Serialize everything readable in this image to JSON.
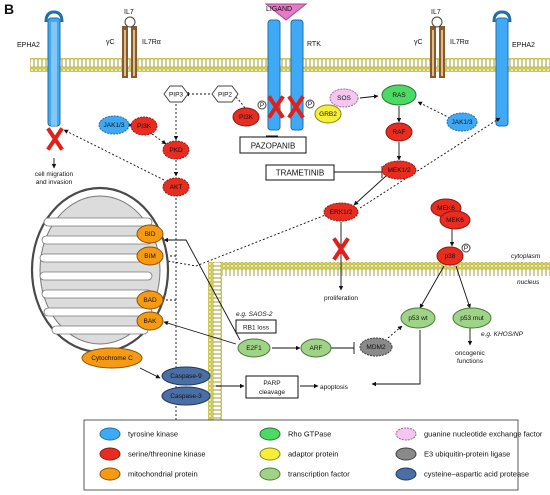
{
  "panel_letter": "B",
  "receptors": {
    "epha2_left": "EPHA2",
    "gamma_c_left": "γC",
    "il7_left": "IL7",
    "il7ra_left": "IL7Rα",
    "ligand": "LIGAND",
    "rtk": "RTK",
    "il7_right": "IL7",
    "gamma_c_right": "γC",
    "il7ra_right": "IL7Rα",
    "epha2_right": "EPHA2"
  },
  "nodes": {
    "pip3": "PIP3",
    "pip2": "PIP2",
    "p_label": "P",
    "jak13_left": "JAK1/3",
    "jak13_right": "JAK1/3",
    "pi3k_left": "PI3K",
    "pi3k_right": "PI3K",
    "pkd": "PKD",
    "akt": "AKT",
    "sos": "SOS",
    "grb2": "GRB2",
    "ras": "RAS",
    "raf": "RAF",
    "mek12": "MEK1/2",
    "erk12": "ERK1/2",
    "mek6_top": "MEK6",
    "mek6_bottom": "MEK6",
    "p38": "p38",
    "bid": "BID",
    "bim": "BIM",
    "bad": "BAD",
    "bak": "BAK",
    "cytochrome_c": "Cytochrome C",
    "caspase9": "Caspase-9",
    "caspase3": "Caspase-3",
    "e2f1": "E2F1",
    "arf": "ARF",
    "mdm2": "MDM2",
    "p53wt": "p53 wt",
    "p53mut": "p53 mut"
  },
  "drugs": {
    "pazopanib": "PAZOPANIB",
    "trametinib": "TRAMETINIB"
  },
  "boxes": {
    "rb1_loss": "RB1 loss",
    "parp_line1": "PARP",
    "parp_line2": "cleavage"
  },
  "text": {
    "cell_migration_1": "cell migration",
    "cell_migration_2": "and invasion",
    "proliferation": "proliferation",
    "cytoplasm": "cytoplasm",
    "nucleus": "nucleus",
    "eg_saos2": "e.g. SAOS-2",
    "eg_khos": "e.g. KHOS/NP",
    "apoptosis": "apoptosis",
    "oncogenic_1": "oncogenic",
    "oncogenic_2": "functions"
  },
  "legend": [
    {
      "label": "tyrosine kinase",
      "color": "#3fa9f5",
      "border": "#1f6fa8",
      "dashed": false
    },
    {
      "label": "Rho GTPase",
      "color": "#4cd964",
      "border": "#1f7a2e",
      "dashed": false
    },
    {
      "label": "guanine nucleotide exchange factor",
      "color": "#f5c6f0",
      "border": "#9b6a96",
      "dashed": true
    },
    {
      "label": "serine/threonine kinase",
      "color": "#e82c20",
      "border": "#8a1a12",
      "dashed": false
    },
    {
      "label": "adaptor protein",
      "color": "#f5ef3a",
      "border": "#8a8412",
      "dashed": false
    },
    {
      "label": "E3 ubiquitin-protein ligase",
      "color": "#8a8a8a",
      "border": "#3f3f3f",
      "dashed": false
    },
    {
      "label": "mitochondrial protein",
      "color": "#f59a12",
      "border": "#8a5208",
      "dashed": false
    },
    {
      "label": "transcription factor",
      "color": "#9fd488",
      "border": "#4b7a3a",
      "dashed": false
    },
    {
      "label": "cysteine–aspartic acid protease",
      "color": "#4a6fa5",
      "border": "#23385a",
      "dashed": false
    }
  ],
  "colors": {
    "tyrosine_kinase": "#3fa9f5",
    "serine_threonine_kinase": "#e82c20",
    "mitochondrial": "#f59a12",
    "rho_gtpase": "#4cd964",
    "adaptor": "#f5ef3a",
    "transcription_factor": "#9fd488",
    "gef": "#f5c6f0",
    "e3_ligase": "#8a8a8a",
    "protease": "#4a6fa5",
    "membrane": "#d6d04a",
    "inhibition_x": "#e0201a"
  }
}
